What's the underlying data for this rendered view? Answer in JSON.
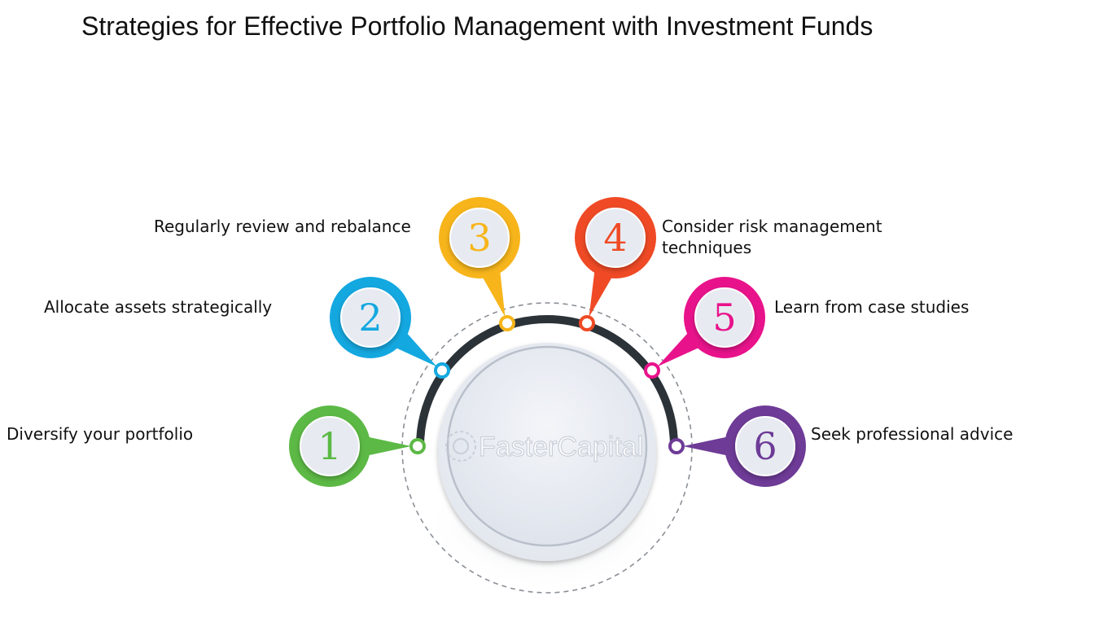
{
  "title": "Strategies for Effective Portfolio Management with Investment Funds",
  "watermark": "FasterCapital",
  "steps": [
    {
      "number": "1",
      "lines": [
        "Diversify your portfolio"
      ],
      "color": "#5cb945"
    },
    {
      "number": "2",
      "lines": [
        "Allocate assets strategically"
      ],
      "color": "#14a8e0"
    },
    {
      "number": "3",
      "lines": [
        "Regularly review and rebalance"
      ],
      "color": "#f7b51b"
    },
    {
      "number": "4",
      "lines": [
        "Consider risk management",
        "techniques"
      ],
      "color": "#ef4a25"
    },
    {
      "number": "5",
      "lines": [
        "Learn from case studies"
      ],
      "color": "#e8138b"
    },
    {
      "number": "6",
      "lines": [
        "Seek professional advice"
      ],
      "color": "#6e3b97"
    }
  ],
  "colors": {
    "arc": "#2b3238",
    "hub": "#eef1f6"
  }
}
